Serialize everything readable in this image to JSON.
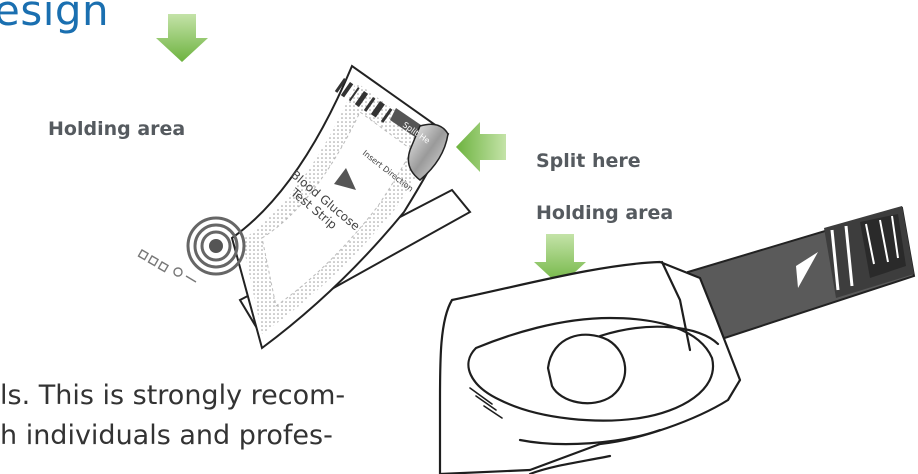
{
  "heading": "esign",
  "labels": {
    "holding_area_top": "Holding area",
    "split_here": "Split here",
    "holding_area_right": "Holding area"
  },
  "strip_print": {
    "split": "Split He",
    "insert": "Insert Direction",
    "product_line1": "Blood Glucose",
    "product_line2": "Test Strip"
  },
  "body_text": {
    "line1": "ls. This is strongly recom-",
    "line2": "h individuals and profes-"
  },
  "colors": {
    "arrow": "#6db33f",
    "heading": "#1a6fb0",
    "strip": "#555555"
  }
}
